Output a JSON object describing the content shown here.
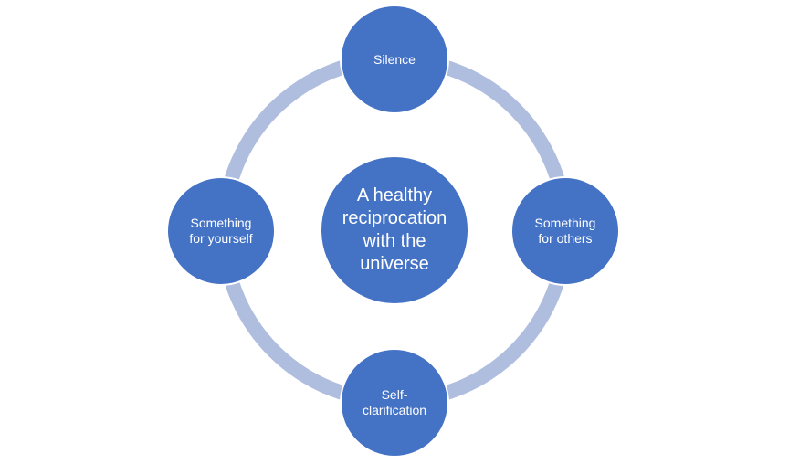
{
  "diagram": {
    "colors": {
      "node_fill": "#4472C4",
      "node_border": "#ffffff",
      "ring": "#AFBDDE",
      "text": "#ffffff"
    },
    "center": {
      "label": "A healthy\nreciprocation\nwith the\nuniverse"
    },
    "nodes": [
      {
        "position": "top",
        "label": "Silence"
      },
      {
        "position": "right",
        "label": "Something\nfor others"
      },
      {
        "position": "bottom",
        "label": "Self-\nclarification"
      },
      {
        "position": "left",
        "label": "Something\nfor yourself"
      }
    ]
  }
}
